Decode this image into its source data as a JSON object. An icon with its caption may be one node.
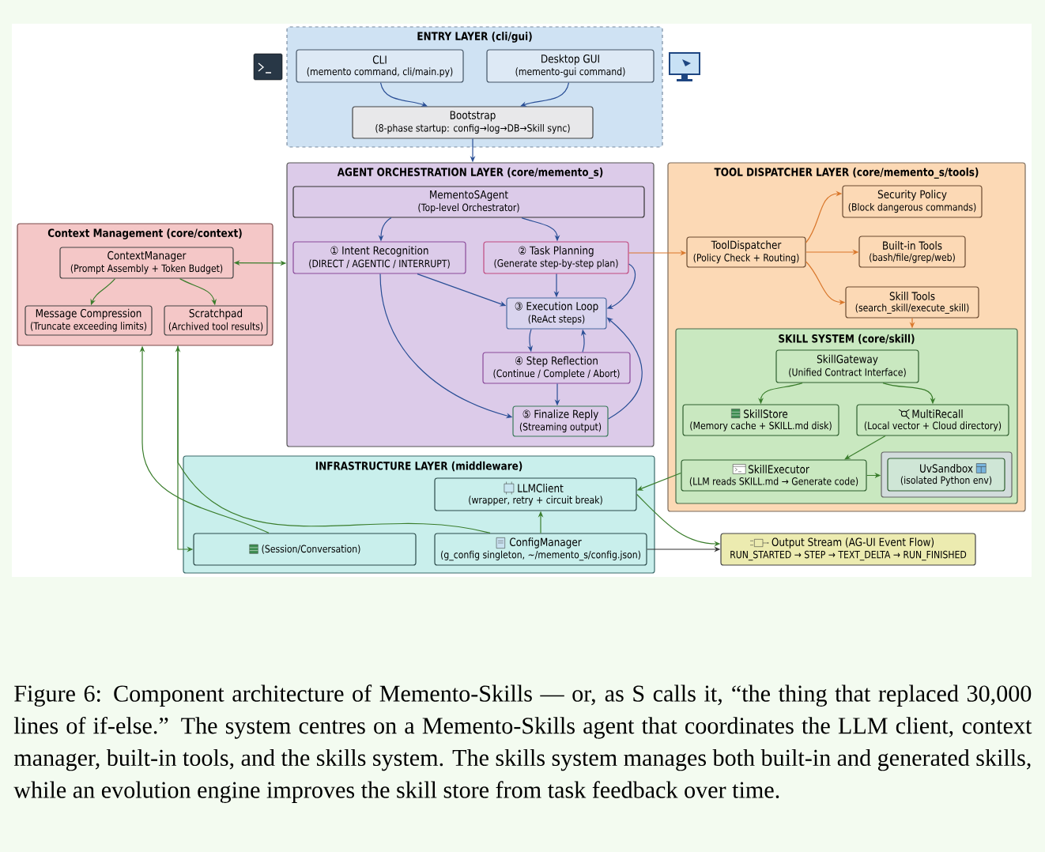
{
  "diagram": {
    "caption": "Figure 6: Component architecture of Memento-Skills — or, as S calls it, “the thing that replaced 30,000 lines of if-else.” The system centres on a Memento-Skills agent that coordinates the LLM client, context manager, built-in tools, and the skills system. The skills system manages both built-in and generated skills, while an evolution engine improves the skill store from task feedback over time.",
    "nodes": [
      {
        "text": [
          "ENTRY LAYER (cli/gui)"
        ]
      },
      {
        "text": [
          "CLI",
          "(memento command, cli/main.py)"
        ],
        "in": 0
      },
      {
        "text": [
          "Desktop GUI",
          "(memento-gui command)"
        ],
        "in": 0
      },
      {
        "text": [
          "Bootstrap",
          "(8-phase startup: config→log→DB→Skill sync)"
        ],
        "in": 0
      },
      {
        "text": [
          "Context Management (core/context)"
        ]
      },
      {
        "text": [
          "ContextManager",
          "(Prompt Assembly + Token Budget)"
        ],
        "in": 4
      },
      {
        "text": [
          "Message Compression",
          "(Truncate exceeding limits)"
        ],
        "in": 4
      },
      {
        "text": [
          "Scratchpad",
          "(Archived tool results)"
        ],
        "in": 4
      },
      {
        "text": [
          "AGENT ORCHESTRATION LAYER (core/memento_s)"
        ]
      },
      {
        "text": [
          "MementoSAgent",
          "(Top-level Orchestrator)"
        ],
        "in": 8
      },
      {
        "text": [
          "① Intent Recognition",
          "(DIRECT / AGENTIC / INTERRUPT)"
        ],
        "in": 8
      },
      {
        "text": [
          "② Task Planning",
          "(Generate step-by-step plan)"
        ],
        "in": 8
      },
      {
        "text": [
          "③ Execution Loop",
          "(ReAct steps)"
        ],
        "in": 8
      },
      {
        "text": [
          "④ Step Reflection",
          "(Continue / Complete / Abort)"
        ],
        "in": 8
      },
      {
        "text": [
          "⑤ Finalize Reply",
          "(Streaming output)"
        ],
        "in": 8
      },
      {
        "text": [
          "TOOL DISPATCHER LAYER (core/memento_s/tools)"
        ]
      },
      {
        "text": [
          "Security Policy",
          "(Block dangerous commands)"
        ],
        "in": 15
      },
      {
        "text": [
          "ToolDispatcher",
          "(Policy Check + Routing)"
        ],
        "in": 15
      },
      {
        "text": [
          "Built-in Tools",
          "(bash/file/grep/web)"
        ],
        "in": 15
      },
      {
        "text": [
          "Skill Tools",
          "(search_skill/execute_skill)"
        ],
        "in": 15
      },
      {
        "text": [
          "SKILL SYSTEM (core/skill)"
        ],
        "in": 15
      },
      {
        "text": [
          "SkillGateway",
          "(Unified Contract Interface)"
        ],
        "in": 20
      },
      {
        "text": [
          "SkillStore",
          "(Memory cache + SKILL.md disk)"
        ],
        "in": 20
      },
      {
        "text": [
          "MultiRecall",
          "(Local vector + Cloud directory)"
        ],
        "in": 20
      },
      {
        "text": [
          "SkillExecutor",
          "(LLM reads SKILL.md → Generate code)"
        ],
        "in": 20
      },
      {
        "text": [],
        "shape": "box",
        "in": 20
      },
      {
        "text": [
          "UvSandbox",
          "(isolated Python env)"
        ],
        "in": 25
      },
      {
        "text": [
          "INFRASTRUCTURE LAYER (middleware)"
        ]
      },
      {
        "text": [
          "LLMClient",
          "(wrapper, retry + circuit break)"
        ],
        "in": 27
      },
      {
        "text": [
          "(Session/Conversation)"
        ],
        "in": 27
      },
      {
        "text": [
          "ConfigManager",
          "(g_config singleton, ~/memento_s/config.json)"
        ],
        "in": 27
      },
      {
        "text": [
          "Output Stream (AG-UI Event Flow)",
          "RUN_STARTED → STEP → TEXT_DELTA → RUN_FINISHED"
        ]
      }
    ],
    "edges": [
      {
        "from": 1,
        "to": 3,
        "arrow": "to"
      },
      {
        "from": 2,
        "to": 3,
        "arrow": "to"
      },
      {
        "from": 3,
        "to": 8,
        "arrow": "to"
      },
      {
        "from": 5,
        "to": 8,
        "arrow": "both",
        "color": "#3a7d2c"
      },
      {
        "from": 5,
        "to": 6,
        "arrow": "to",
        "color": "#3a7d2c"
      },
      {
        "from": 5,
        "to": 7,
        "arrow": "to",
        "color": "#3a7d2c"
      },
      {
        "from": 9,
        "to": 10,
        "arrow": "to"
      },
      {
        "from": 9,
        "to": 11,
        "arrow": "to"
      },
      {
        "from": 10,
        "to": 12,
        "arrow": "to"
      },
      {
        "from": 11,
        "to": 12,
        "arrow": "to"
      },
      {
        "from": 11,
        "to": 12,
        "arrow": "to"
      },
      {
        "from": 10,
        "to": 14,
        "arrow": "to"
      },
      {
        "from": 12,
        "to": 13,
        "arrow": "to"
      },
      {
        "from": 13,
        "to": 12,
        "arrow": "to"
      },
      {
        "from": 13,
        "to": 14,
        "arrow": "to"
      },
      {
        "from": 14,
        "to": 12,
        "arrow": "to"
      },
      {
        "from": 11,
        "to": 17,
        "arrow": "to",
        "color": "#d9772b"
      },
      {
        "from": 17,
        "to": 16,
        "arrow": "to",
        "color": "#d9772b"
      },
      {
        "from": 17,
        "to": 18,
        "arrow": "to",
        "color": "#d9772b"
      },
      {
        "from": 17,
        "to": 19,
        "arrow": "to",
        "color": "#d9772b"
      },
      {
        "from": 19,
        "to": 20,
        "arrow": "to",
        "color": "#d9772b"
      },
      {
        "from": 21,
        "to": 22,
        "arrow": "to",
        "color": "#3a7d2c"
      },
      {
        "from": 21,
        "to": 23,
        "arrow": "to",
        "color": "#3a7d2c"
      },
      {
        "from": 23,
        "to": 24,
        "arrow": "to",
        "color": "#3a7d2c"
      },
      {
        "from": 24,
        "to": 25,
        "arrow": "to",
        "color": "#3a7d2c"
      },
      {
        "from": 24,
        "to": 28,
        "arrow": "to",
        "color": "#3a7d2c"
      },
      {
        "from": 28,
        "to": 31,
        "arrow": "to",
        "color": "#3a7d2c"
      },
      {
        "from": 30,
        "to": 31,
        "arrow": "to",
        "color": "#333333"
      },
      {
        "from": 30,
        "to": 28,
        "arrow": "to",
        "color": "#3a7d2c"
      },
      {
        "from": 29,
        "to": 4,
        "arrow": "to",
        "color": "#3a7d2c"
      },
      {
        "from": 30,
        "to": 4,
        "arrow": "to",
        "color": "#3a7d2c"
      },
      {
        "from": 4,
        "to": 29,
        "arrow": "to",
        "color": "#3a7d2c"
      }
    ]
  }
}
